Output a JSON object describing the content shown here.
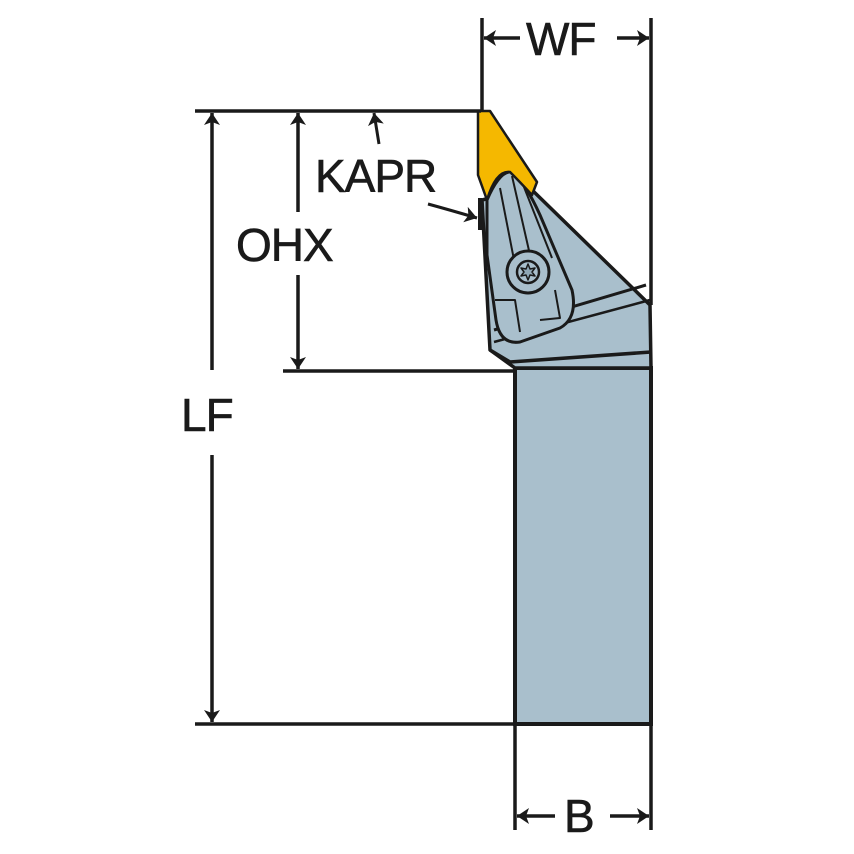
{
  "diagram": {
    "type": "turning-tool-holder-dimension-drawing",
    "colors": {
      "line": "#1a1a1a",
      "holder_body": "#a9bfcc",
      "holder_dark": "#8fa7b5",
      "insert": "#f5b800",
      "background": "#ffffff"
    },
    "dimensions": {
      "wf": {
        "label": "WF"
      },
      "kapr": {
        "label": "KAPR"
      },
      "ohx": {
        "label": "OHX"
      },
      "lf": {
        "label": "LF"
      },
      "b": {
        "label": "B"
      }
    }
  }
}
